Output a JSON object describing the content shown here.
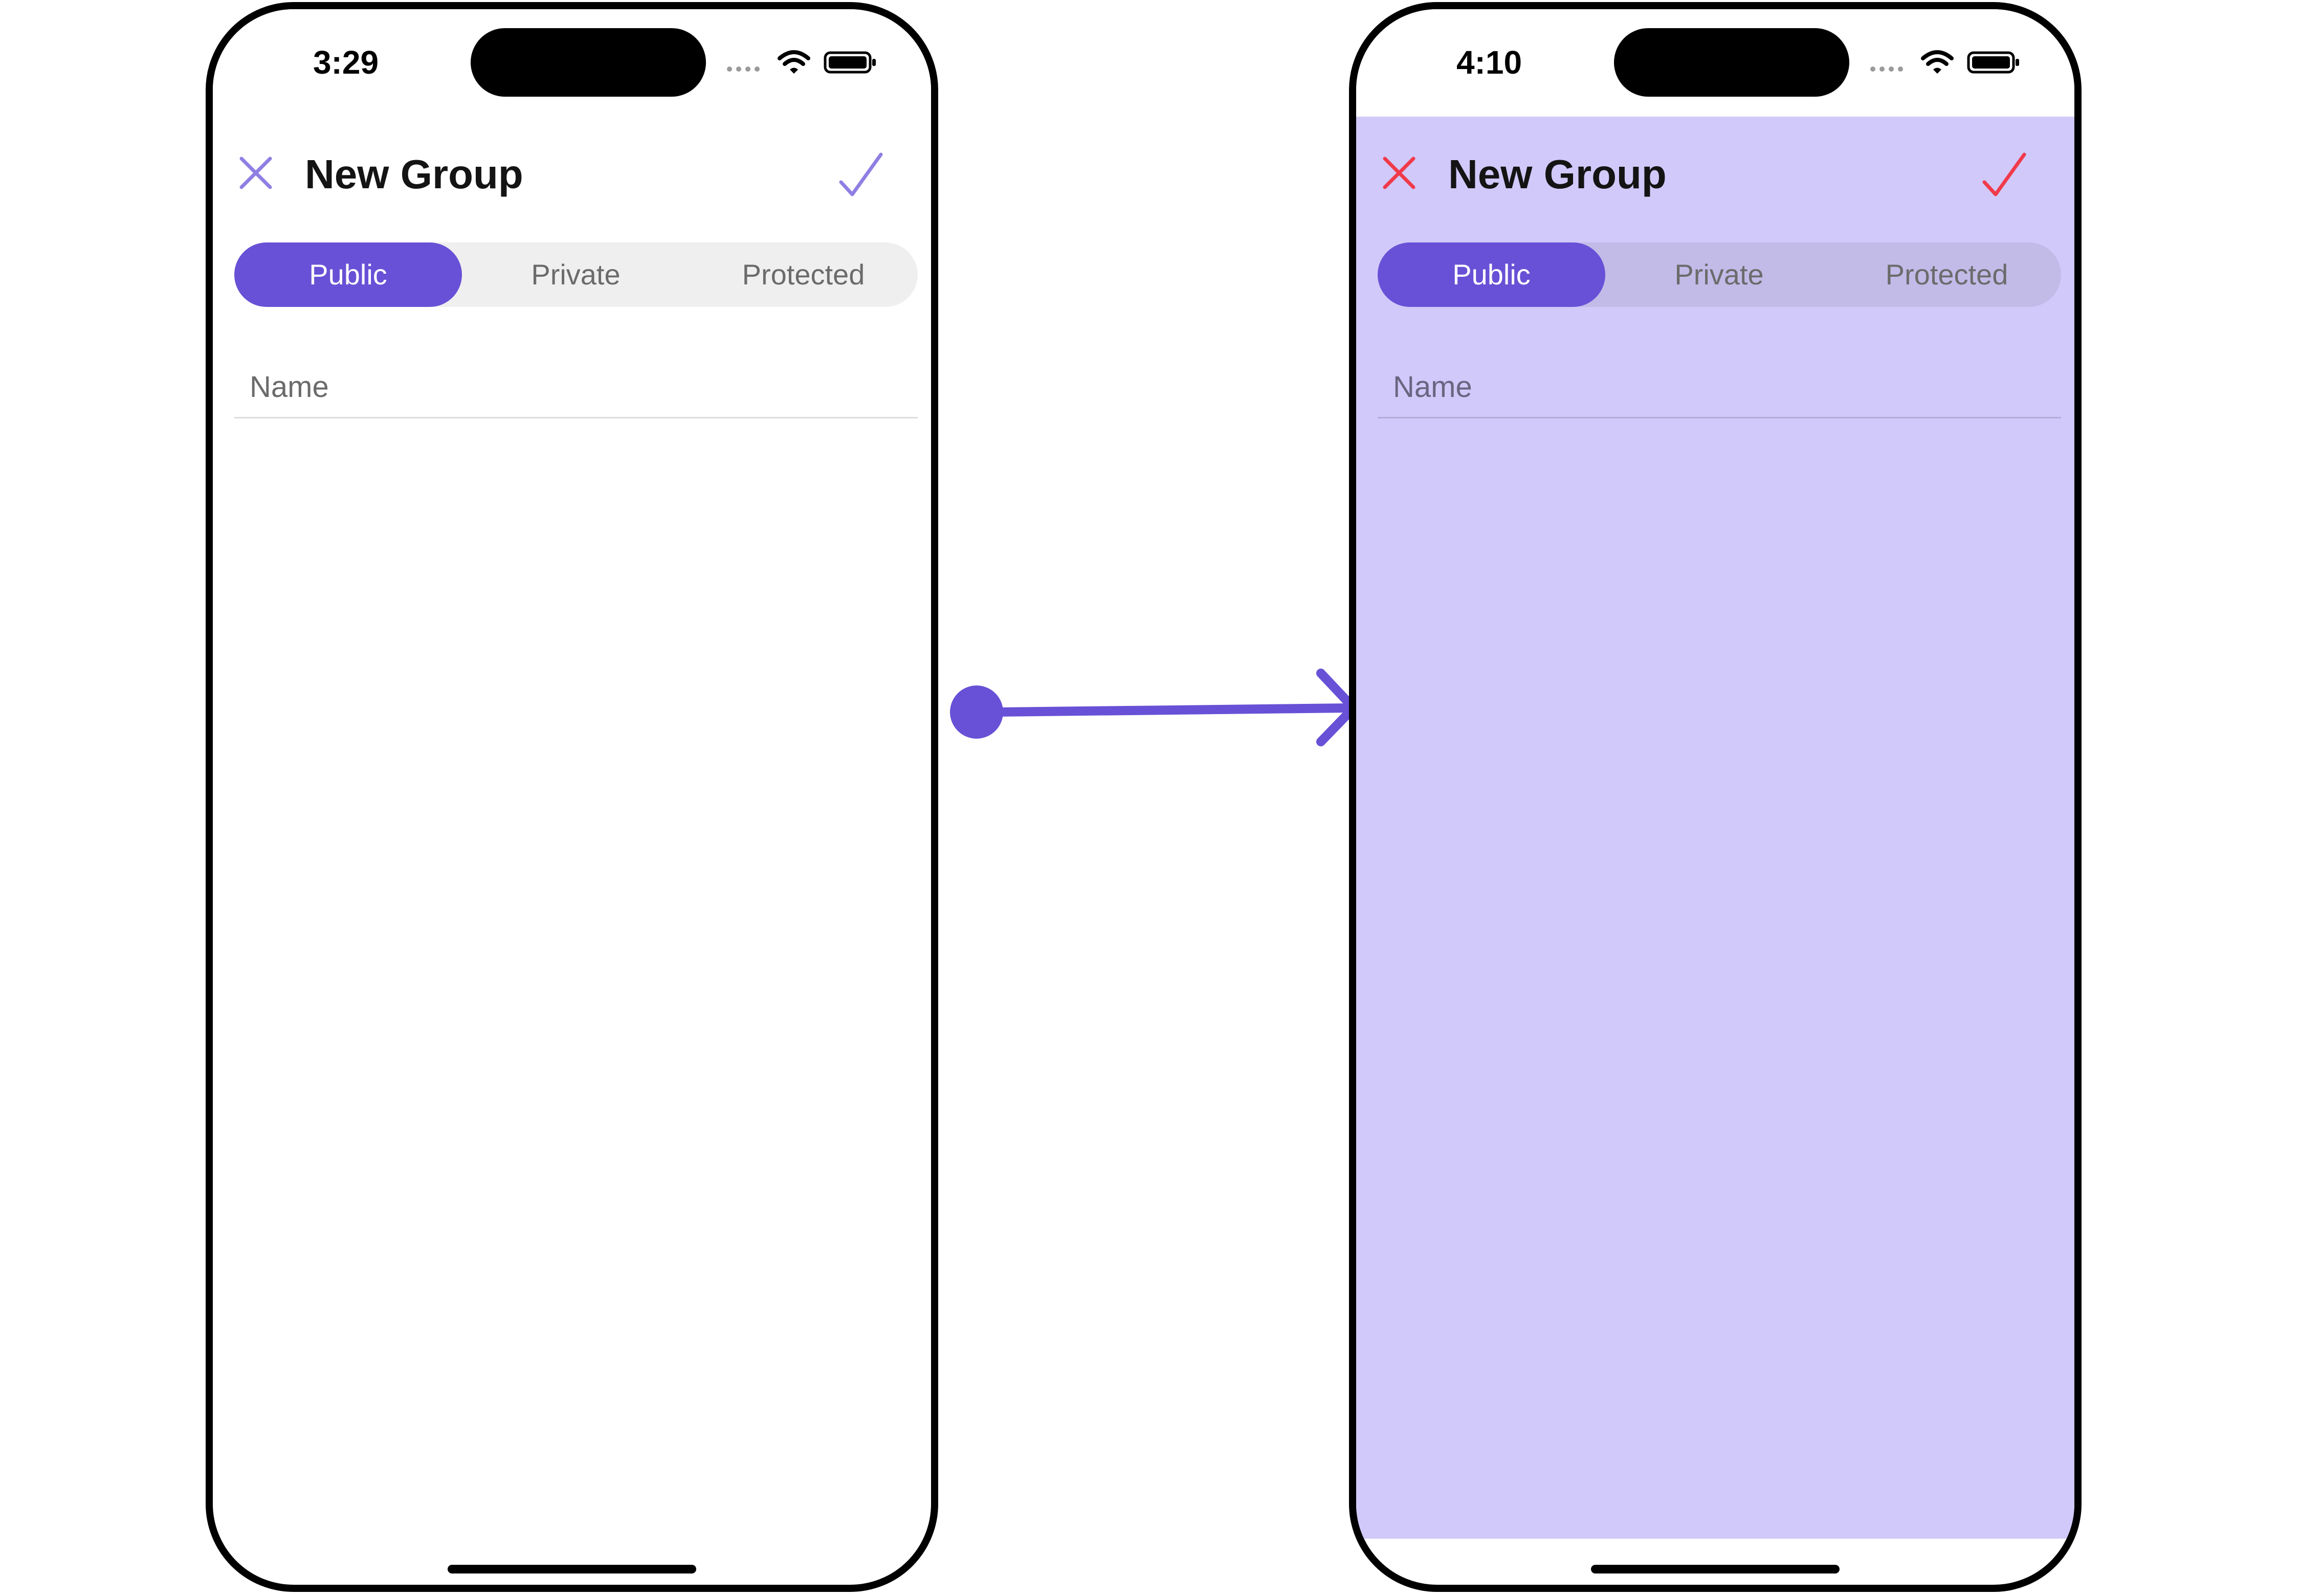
{
  "before": {
    "status": {
      "time": "3:29"
    },
    "header": {
      "title": "New Group"
    },
    "tabs": [
      {
        "label": "Public",
        "selected": true
      },
      {
        "label": "Private",
        "selected": false
      },
      {
        "label": "Protected",
        "selected": false
      }
    ],
    "name_field": {
      "placeholder": "Name",
      "value": ""
    },
    "colors": {
      "background": "#ffffff",
      "icon": "#8f7fe3",
      "accent": "#6851d6"
    }
  },
  "after": {
    "status": {
      "time": "4:10"
    },
    "header": {
      "title": "New Group"
    },
    "tabs": [
      {
        "label": "Public",
        "selected": true
      },
      {
        "label": "Private",
        "selected": false
      },
      {
        "label": "Protected",
        "selected": false
      }
    ],
    "name_field": {
      "placeholder": "Name",
      "value": ""
    },
    "colors": {
      "background": "#d1c9fa",
      "icon": "#f03a4a",
      "accent": "#6851d6"
    }
  },
  "connector": {
    "color": "#6851d6",
    "icons": [
      "dot-icon",
      "arrow-right-icon"
    ]
  }
}
